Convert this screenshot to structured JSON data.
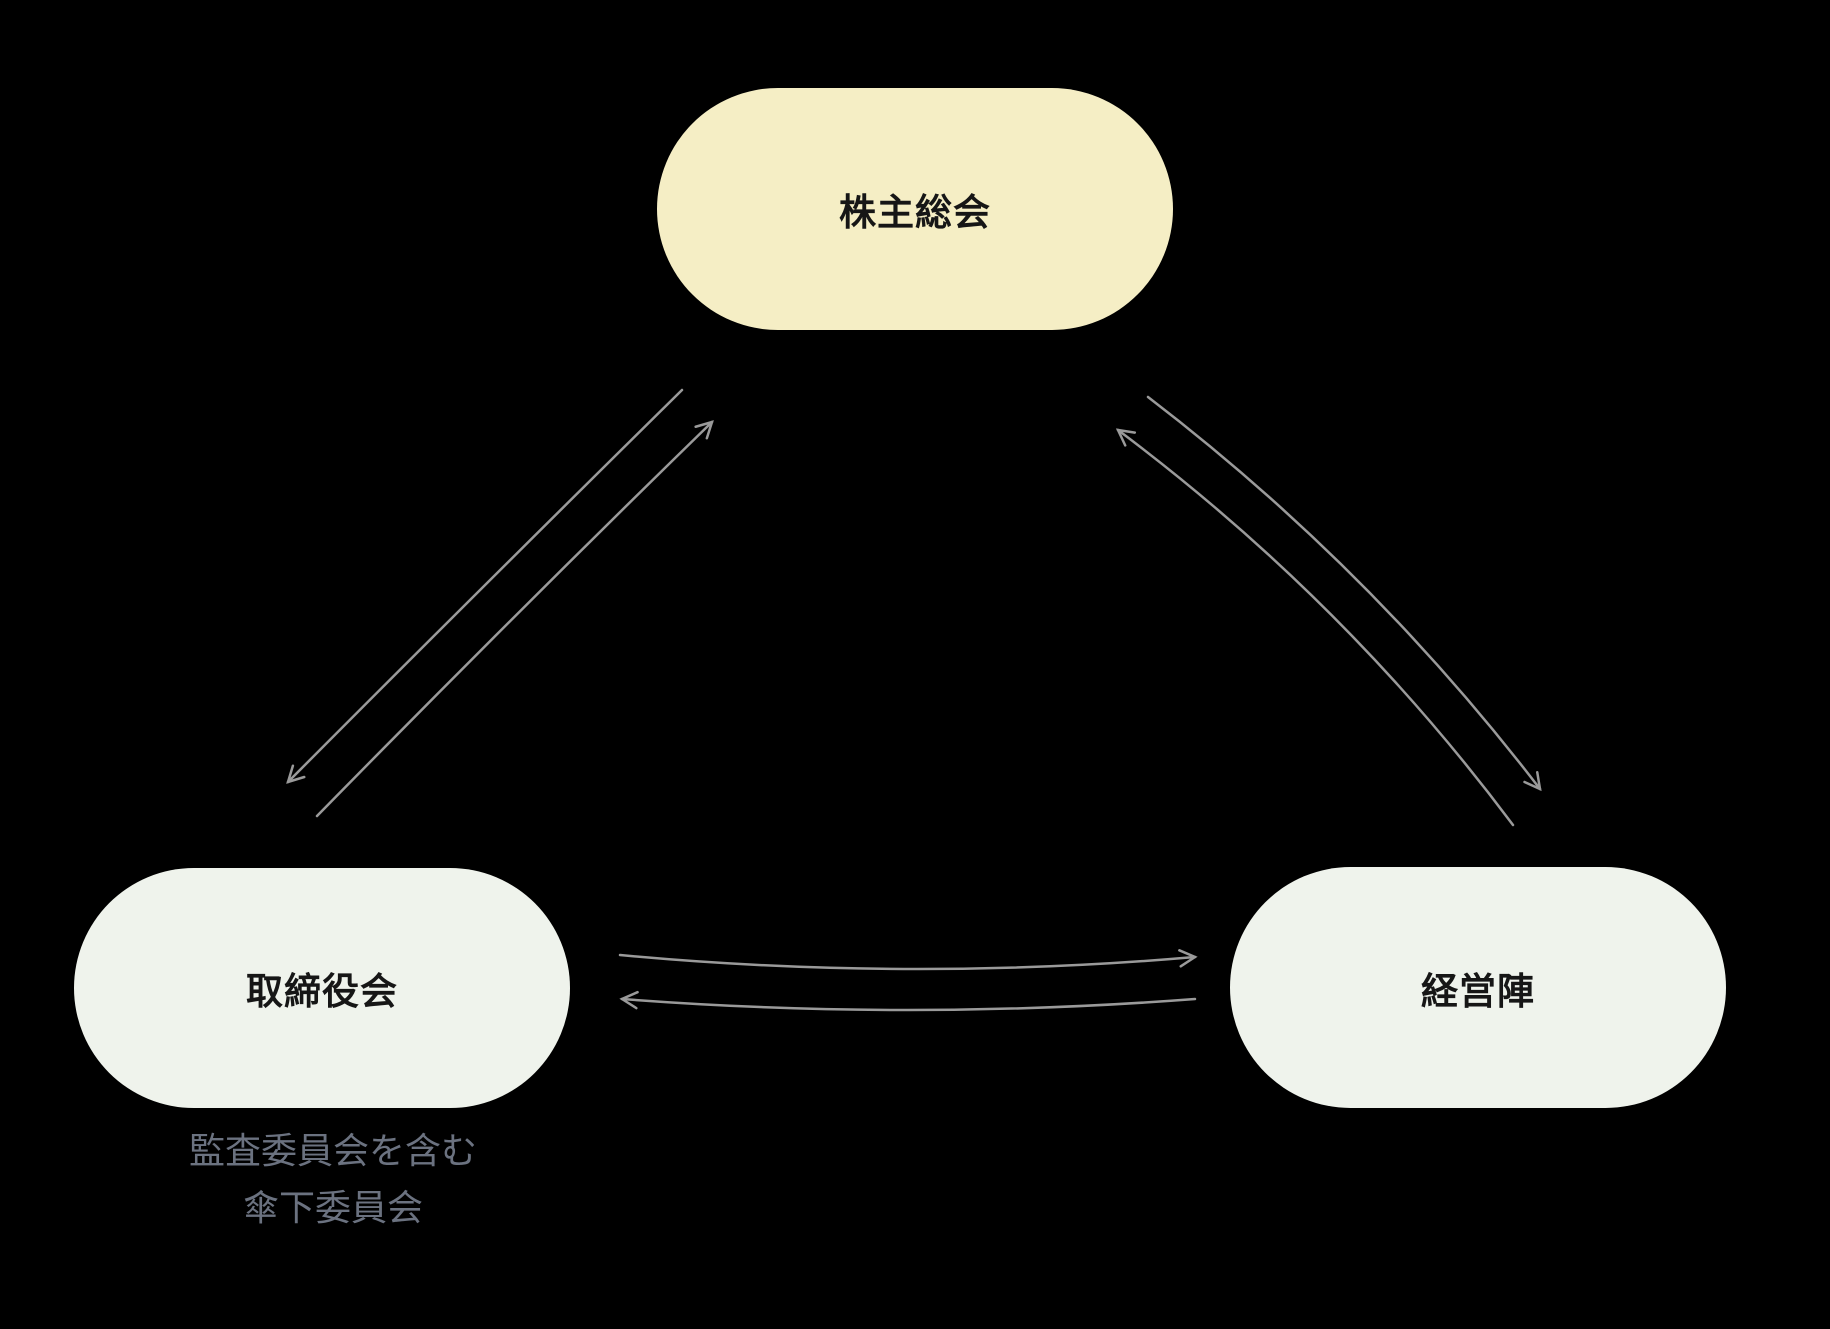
{
  "colors": {
    "background": "#000000",
    "node-top-fill": "#F5EEC5",
    "node-bottom-fill": "#EFF3EC",
    "label-color": "#161616",
    "caption-color": "#6B7280",
    "arrow-color": "#9A9A9A"
  },
  "diagram": {
    "type": "triangle-relationship-diagram",
    "nodes": [
      {
        "id": "shareholders-meeting",
        "label": "株主総会"
      },
      {
        "id": "board-of-directors",
        "label": "取締役会"
      },
      {
        "id": "management",
        "label": "経営陣"
      }
    ],
    "board_caption": {
      "line1": "監査委員会を含む",
      "line2": "傘下委員会"
    },
    "edges": [
      {
        "from": "shareholders-meeting",
        "to": "board-of-directors"
      },
      {
        "from": "board-of-directors",
        "to": "shareholders-meeting"
      },
      {
        "from": "shareholders-meeting",
        "to": "management"
      },
      {
        "from": "management",
        "to": "shareholders-meeting"
      },
      {
        "from": "board-of-directors",
        "to": "management"
      },
      {
        "from": "management",
        "to": "board-of-directors"
      }
    ]
  }
}
